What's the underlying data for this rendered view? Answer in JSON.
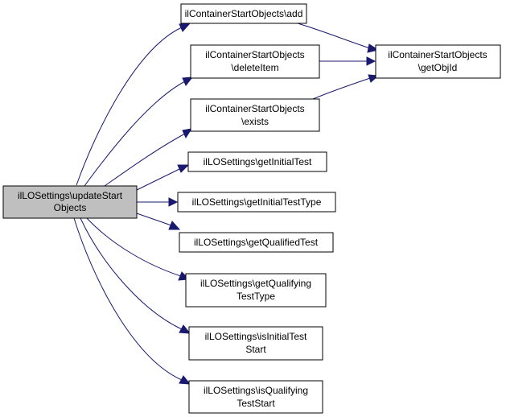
{
  "diagram": {
    "source": {
      "lines": [
        "ilLOSettings\\updateStart",
        "Objects"
      ],
      "fill": "#bfbfbf"
    },
    "targets": [
      {
        "lines": [
          "ilContainerStartObjects\\add"
        ]
      },
      {
        "lines": [
          "ilContainerStartObjects",
          "\\deleteItem"
        ]
      },
      {
        "lines": [
          "ilContainerStartObjects",
          "\\exists"
        ]
      },
      {
        "lines": [
          "ilLOSettings\\getInitialTest"
        ]
      },
      {
        "lines": [
          "ilLOSettings\\getInitialTestType"
        ]
      },
      {
        "lines": [
          "ilLOSettings\\getQualifiedTest"
        ]
      },
      {
        "lines": [
          "ilLOSettings\\getQualifying",
          "TestType"
        ]
      },
      {
        "lines": [
          "ilLOSettings\\isInitialTest",
          "Start"
        ]
      },
      {
        "lines": [
          "ilLOSettings\\isQualifying",
          "TestStart"
        ]
      },
      {
        "lines": [
          "ilContainerStartObjects",
          "\\getObjId"
        ]
      }
    ],
    "colors": {
      "edge": "#191970",
      "node_fill": "#ffffff",
      "node_border": "#000000"
    }
  }
}
